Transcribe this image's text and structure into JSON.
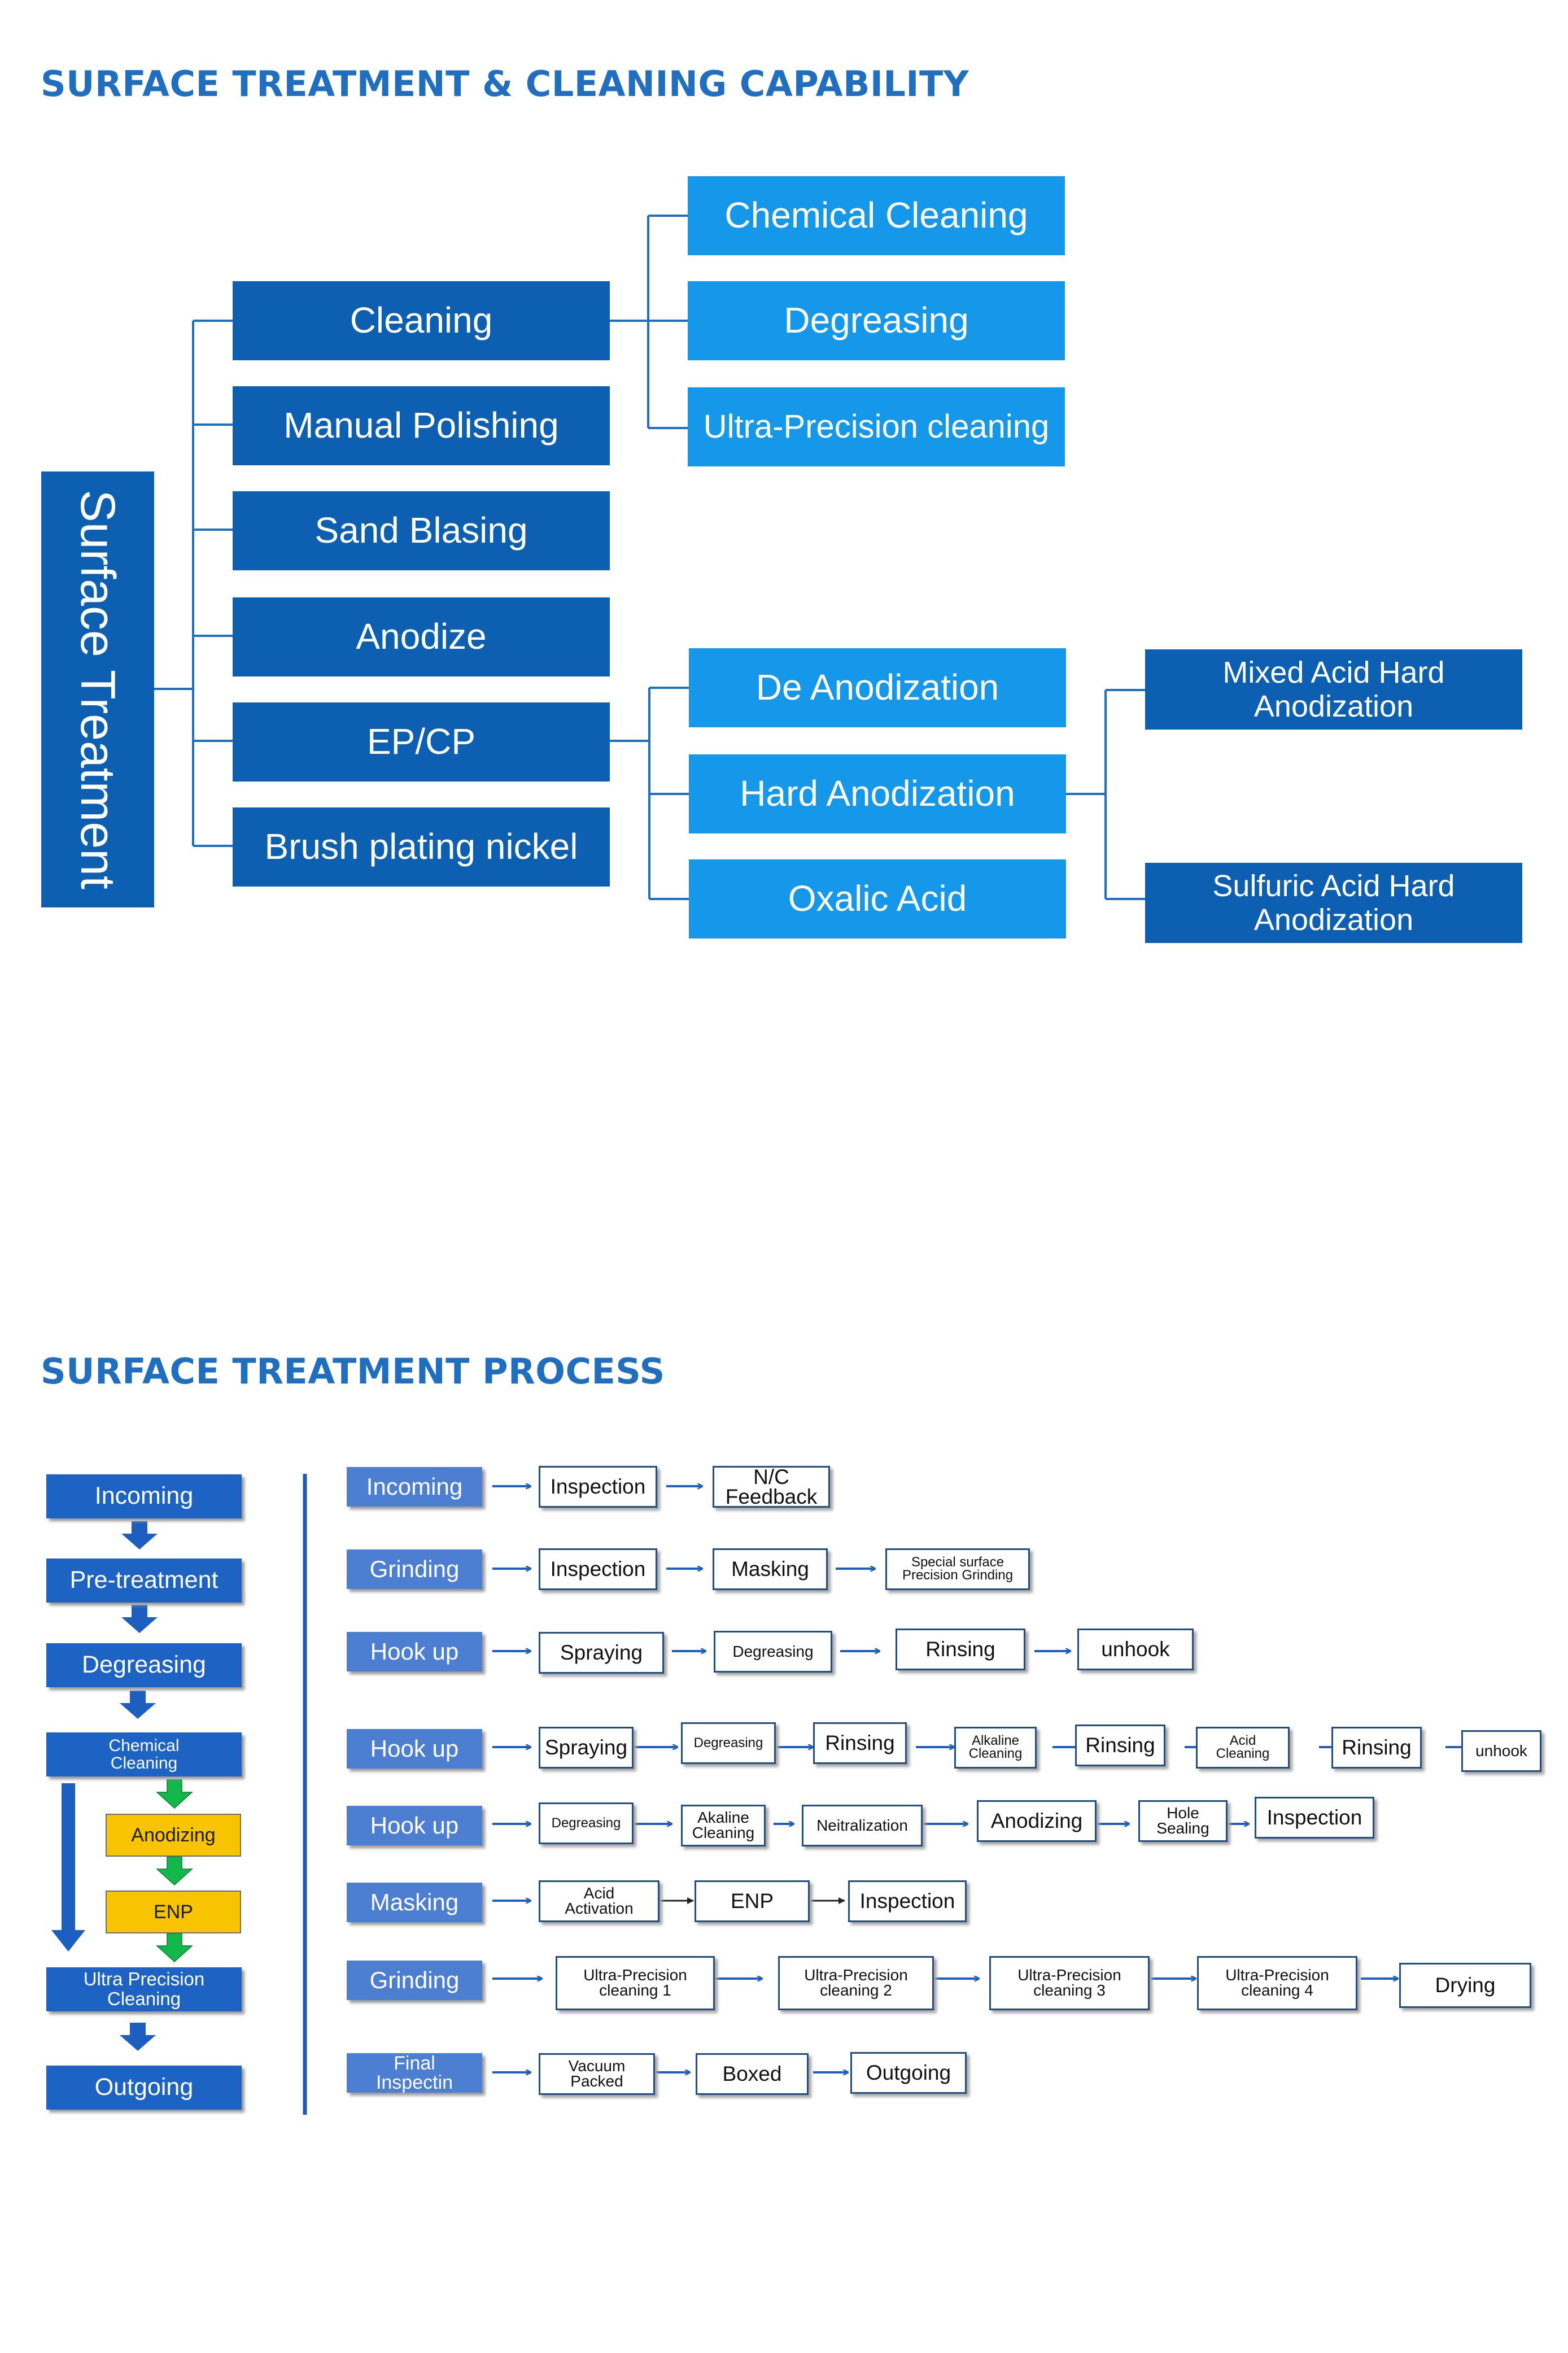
{
  "headings": {
    "capability": "SURFACE TREATMENT & CLEANING CAPABILITY",
    "process": "SURFACE TREATMENT PROCESS"
  },
  "tree": {
    "root": "Surface Treatment",
    "level1": [
      "Cleaning",
      "Manual Polishing",
      "Sand Blasing",
      "Anodize",
      "EP/CP",
      "Brush plating nickel"
    ],
    "cleaning_children": [
      "Chemical Cleaning",
      "Degreasing",
      "Ultra-Precision cleaning"
    ],
    "epcp_children": [
      "De Anodization",
      "Hard Anodization",
      "Oxalic Acid"
    ],
    "hard_anodization_children": [
      "Mixed Acid Hard Anodization",
      "Sulfuric Acid Hard Anodization"
    ]
  },
  "overview": {
    "steps": [
      "Incoming",
      "Pre-treatment",
      "Degreasing",
      "Chemical Cleaning",
      "Ultra Precision Cleaning",
      "Outgoing"
    ],
    "sub_steps": [
      "Anodizing",
      "ENP"
    ]
  },
  "process_rows": [
    {
      "label": "Incoming",
      "steps": [
        "Inspection",
        "N/C Feedback"
      ]
    },
    {
      "label": "Grinding",
      "steps": [
        "Inspection",
        "Masking",
        "Special surface Precision Grinding"
      ]
    },
    {
      "label": "Hook up",
      "steps": [
        "Spraying",
        "Degreasing",
        "Rinsing",
        "unhook"
      ]
    },
    {
      "label": "Hook up",
      "steps": [
        "Spraying",
        "Degreasing",
        "Rinsing",
        "Alkaline Cleaning",
        "Rinsing",
        "Acid Cleaning",
        "Rinsing",
        "unhook"
      ]
    },
    {
      "label": "Hook up",
      "steps": [
        "Degreasing",
        "Akaline Cleaning",
        "Neitralization",
        "Anodizing",
        "Hole Sealing",
        "Inspection"
      ]
    },
    {
      "label": "Masking",
      "steps": [
        "Acid Activation",
        "ENP",
        "Inspection"
      ]
    },
    {
      "label": "Grinding",
      "steps": [
        "Ultra-Precision cleaning 1",
        "Ultra-Precision cleaning 2",
        "Ultra-Precision cleaning 3",
        "Ultra-Precision cleaning 4",
        "Drying"
      ]
    },
    {
      "label": "Final Inspectin",
      "steps": [
        "Vacuum Packed",
        "Boxed",
        "Outgoing"
      ]
    }
  ],
  "colors": {
    "heading": "#1f6ec0",
    "dark_box": "#0c5fb1",
    "light_box": "#1598ea",
    "process_label": "#4c7fd2",
    "overview_step": "#1d63c4",
    "overview_sub": "#f8c402",
    "arrow_blue": "#1d5fc0",
    "arrow_green": "#13b84a"
  }
}
